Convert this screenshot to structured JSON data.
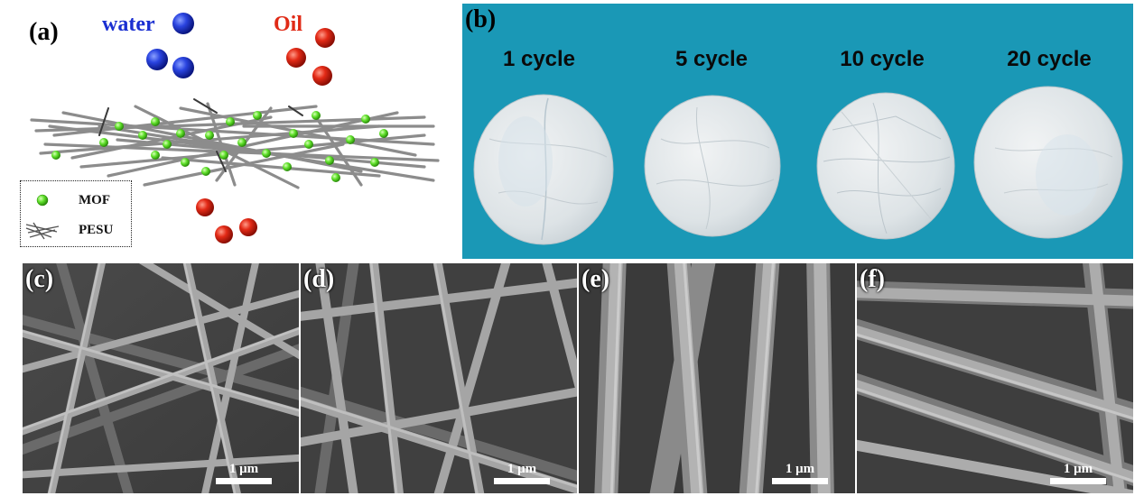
{
  "panel_a": {
    "label": "(a)",
    "water_label": "water",
    "oil_label": "Oil",
    "legend": {
      "mof_label": "MOF",
      "pesu_label": "PESU"
    },
    "colors": {
      "water": "#1a2fd1",
      "oil": "#e02a16",
      "mof": "#5fe02a",
      "fiber": "#8c8c8c"
    }
  },
  "panel_b": {
    "label": "(b)",
    "background_color": "#1a98b6",
    "membranes": [
      {
        "label": "1 cycle"
      },
      {
        "label": "5 cycle"
      },
      {
        "label": "10 cycle"
      },
      {
        "label": "20 cycle"
      }
    ]
  },
  "sem_panels": [
    {
      "label": "(c)",
      "scale_bar": "1 μm"
    },
    {
      "label": "(d)",
      "scale_bar": "1 μm"
    },
    {
      "label": "(e)",
      "scale_bar": "1 μm"
    },
    {
      "label": "(f)",
      "scale_bar": "1 μm"
    }
  ]
}
